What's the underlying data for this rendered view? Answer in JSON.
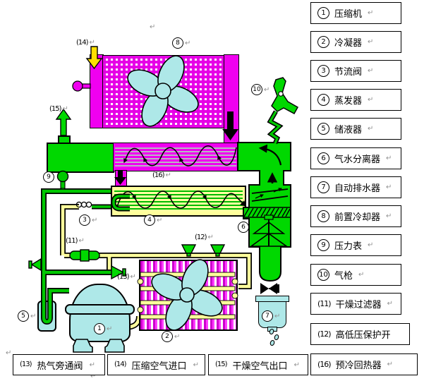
{
  "meta": {
    "return_mark": "↵"
  },
  "colors": {
    "component_magenta": "#F000F0",
    "component_green": "#00D800",
    "pipe_yellow": "#FFFF9C",
    "pipe_green": "#00C800",
    "component_cyan": "#AEE8E8",
    "inlet_arrow_yellow": "#FFE000",
    "background": "#FFFFFF"
  },
  "legend": {
    "items": [
      {
        "num": "1",
        "kind": "circle",
        "label": "压缩机"
      },
      {
        "num": "2",
        "kind": "circle",
        "label": "冷凝器"
      },
      {
        "num": "3",
        "kind": "circle",
        "label": "节流阀"
      },
      {
        "num": "4",
        "kind": "circle",
        "label": "蒸发器"
      },
      {
        "num": "5",
        "kind": "circle",
        "label": "储液器"
      },
      {
        "num": "6",
        "kind": "circle",
        "label": "气水分离器"
      },
      {
        "num": "7",
        "kind": "circle",
        "label": "自动排水器"
      },
      {
        "num": "8",
        "kind": "circle",
        "label": "前置冷却器"
      },
      {
        "num": "9",
        "kind": "circle",
        "label": "压力表"
      },
      {
        "num": "10",
        "kind": "circle",
        "label": "气枪"
      },
      {
        "num": "11",
        "kind": "paren",
        "label": "干燥过滤器"
      },
      {
        "num": "12",
        "kind": "paren",
        "label": "高低压保护开"
      },
      {
        "num": "16",
        "kind": "paren",
        "label": "预冷回热器"
      }
    ]
  },
  "bottom_row": [
    {
      "num": "13",
      "kind": "paren",
      "label": "热气旁通阀"
    },
    {
      "num": "14",
      "kind": "paren",
      "label": "压缩空气进口"
    },
    {
      "num": "15",
      "kind": "paren",
      "label": "干燥空气出口"
    }
  ],
  "diagram": {
    "markers": [
      {
        "num": "14"
      },
      {
        "num": "8"
      },
      {
        "num": "10"
      },
      {
        "num": "15"
      },
      {
        "num": "9"
      },
      {
        "num": "16"
      },
      {
        "num": "3"
      },
      {
        "num": "4"
      },
      {
        "num": "6"
      },
      {
        "num": "11"
      },
      {
        "num": "12"
      },
      {
        "num": "13"
      },
      {
        "num": "5"
      },
      {
        "num": "1"
      },
      {
        "num": "2"
      },
      {
        "num": "7"
      }
    ]
  }
}
